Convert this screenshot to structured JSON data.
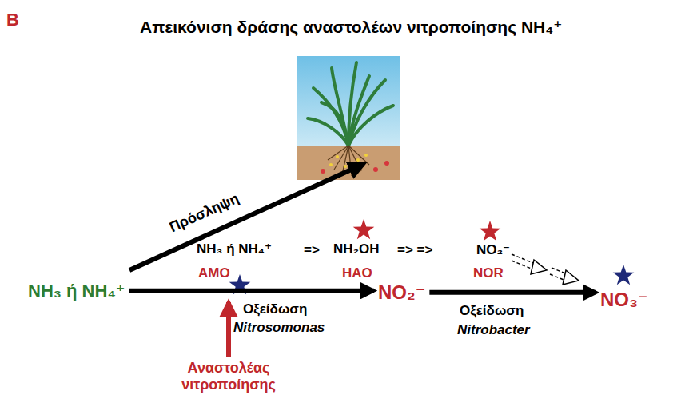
{
  "diagram": {
    "title": "Απεικόνιση δράσης αναστολέων νιτροποίησης NH₄⁺",
    "nodes": [
      {
        "text": [
          "NH₃ ή NH₄⁺"
        ]
      },
      {
        "text": [
          "NO₂⁻"
        ]
      },
      {
        "text": [
          "NO₃⁻"
        ]
      }
    ],
    "edges": [
      {
        "from": 0,
        "to": 1,
        "arrow": "to"
      },
      {
        "from": 1,
        "to": 2,
        "arrow": "to"
      }
    ],
    "labels": [
      "B",
      "Πρόσληψη",
      "NH₃ ή NH₄⁺",
      "=>",
      "NH₂OH",
      "=> =>",
      "NO₂⁻",
      "AMO",
      "HAO",
      "NOR",
      "Οξείδωση",
      "Nitrosomonas",
      "Οξείδωση",
      "Nitrobacter",
      "Αναστολέας νιτροποίησης"
    ]
  }
}
